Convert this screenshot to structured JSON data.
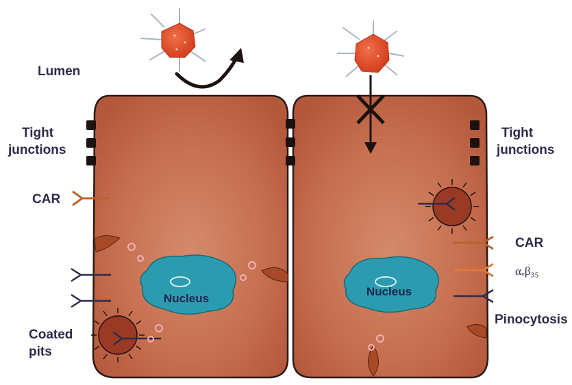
{
  "labels": {
    "lumen": "Lumen",
    "tight_junctions_left_1": "Tight",
    "tight_junctions_left_2": "junctions",
    "tight_junctions_right_1": "Tight",
    "tight_junctions_right_2": "junctions",
    "car_left": "CAR",
    "car_right": "CAR",
    "integrin": "αᵥβ₃₅",
    "coated_pits_1": "Coated",
    "coated_pits_2": "pits",
    "pinocytosis": "Pinocytosis",
    "nucleus_left": "Nucleus",
    "nucleus_right": "Nucleus"
  },
  "colors": {
    "cell_fill": "#c26a4a",
    "cell_stroke": "#2a1a14",
    "nucleus_fill": "#2b9cb0",
    "virus_fill": "#e2502a",
    "junction": "#1c1210",
    "receptor_car": "#b8632e",
    "receptor_integrin": "#e07a3a",
    "receptor_dark": "#2e2a4a",
    "vesicle": "#f2b0b8",
    "label": "#2e2a4a"
  }
}
